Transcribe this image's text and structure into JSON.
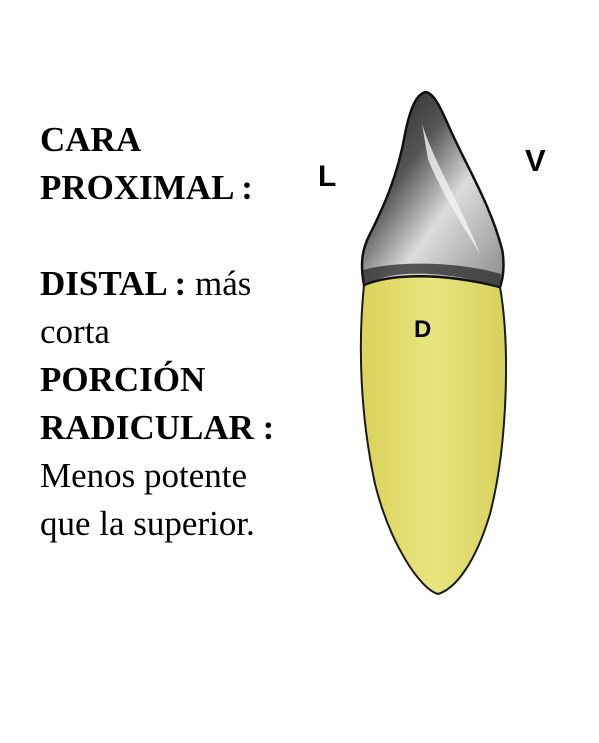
{
  "heading": {
    "line1": "CARA",
    "line2": "PROXIMAL :"
  },
  "distal": {
    "label": "DISTAL :",
    "text_a": " más",
    "text_b": "corta"
  },
  "radicular": {
    "label_line1": "PORCIÓN",
    "label_line2": "RADICULAR :",
    "text_line1": "Menos potente",
    "text_line2": "que la superior."
  },
  "tooth_labels": {
    "left": "L",
    "right": "V",
    "center": "D"
  },
  "colors": {
    "root": "#e6e27a",
    "crown": "#d7d7d7",
    "outline": "#1a1a1a"
  },
  "icons": {
    "tooth": "tooth-proximal-view"
  }
}
